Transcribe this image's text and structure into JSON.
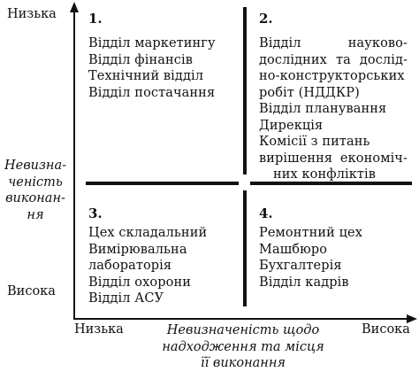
{
  "y_axis": {
    "top_label": "Низька",
    "bottom_label": "Висока",
    "title_lines": [
      "Невизна-",
      "ченість",
      "виконан-",
      "ня"
    ]
  },
  "x_axis": {
    "left_label": "Низька",
    "right_label": "Висока",
    "title_lines": [
      "Невизначеність щодо",
      "надходження та місця",
      "її виконання"
    ]
  },
  "quadrants": [
    {
      "number": "1.",
      "items": [
        "Відділ маркетингу",
        "Відділ фінансів",
        "Технічний відділ",
        "Відділ постачання"
      ]
    },
    {
      "number": "2.",
      "items": [
        "Відділ науково-",
        "дослідних та дослід-",
        "но-конструкторських",
        "робіт (НДДКР)",
        "Відділ планування",
        "Дирекція",
        "Комісії з питань",
        "вирішення економіч-",
        "них конфліктів"
      ]
    },
    {
      "number": "3.",
      "items": [
        "Цех складальний",
        "Вимірювальна",
        "лабораторія",
        "Відділ охорони",
        "Відділ АСУ"
      ]
    },
    {
      "number": "4.",
      "items": [
        "Ремонтний цех",
        "Машбюро",
        "Бухгалтерія",
        "Відділ кадрів"
      ]
    }
  ]
}
